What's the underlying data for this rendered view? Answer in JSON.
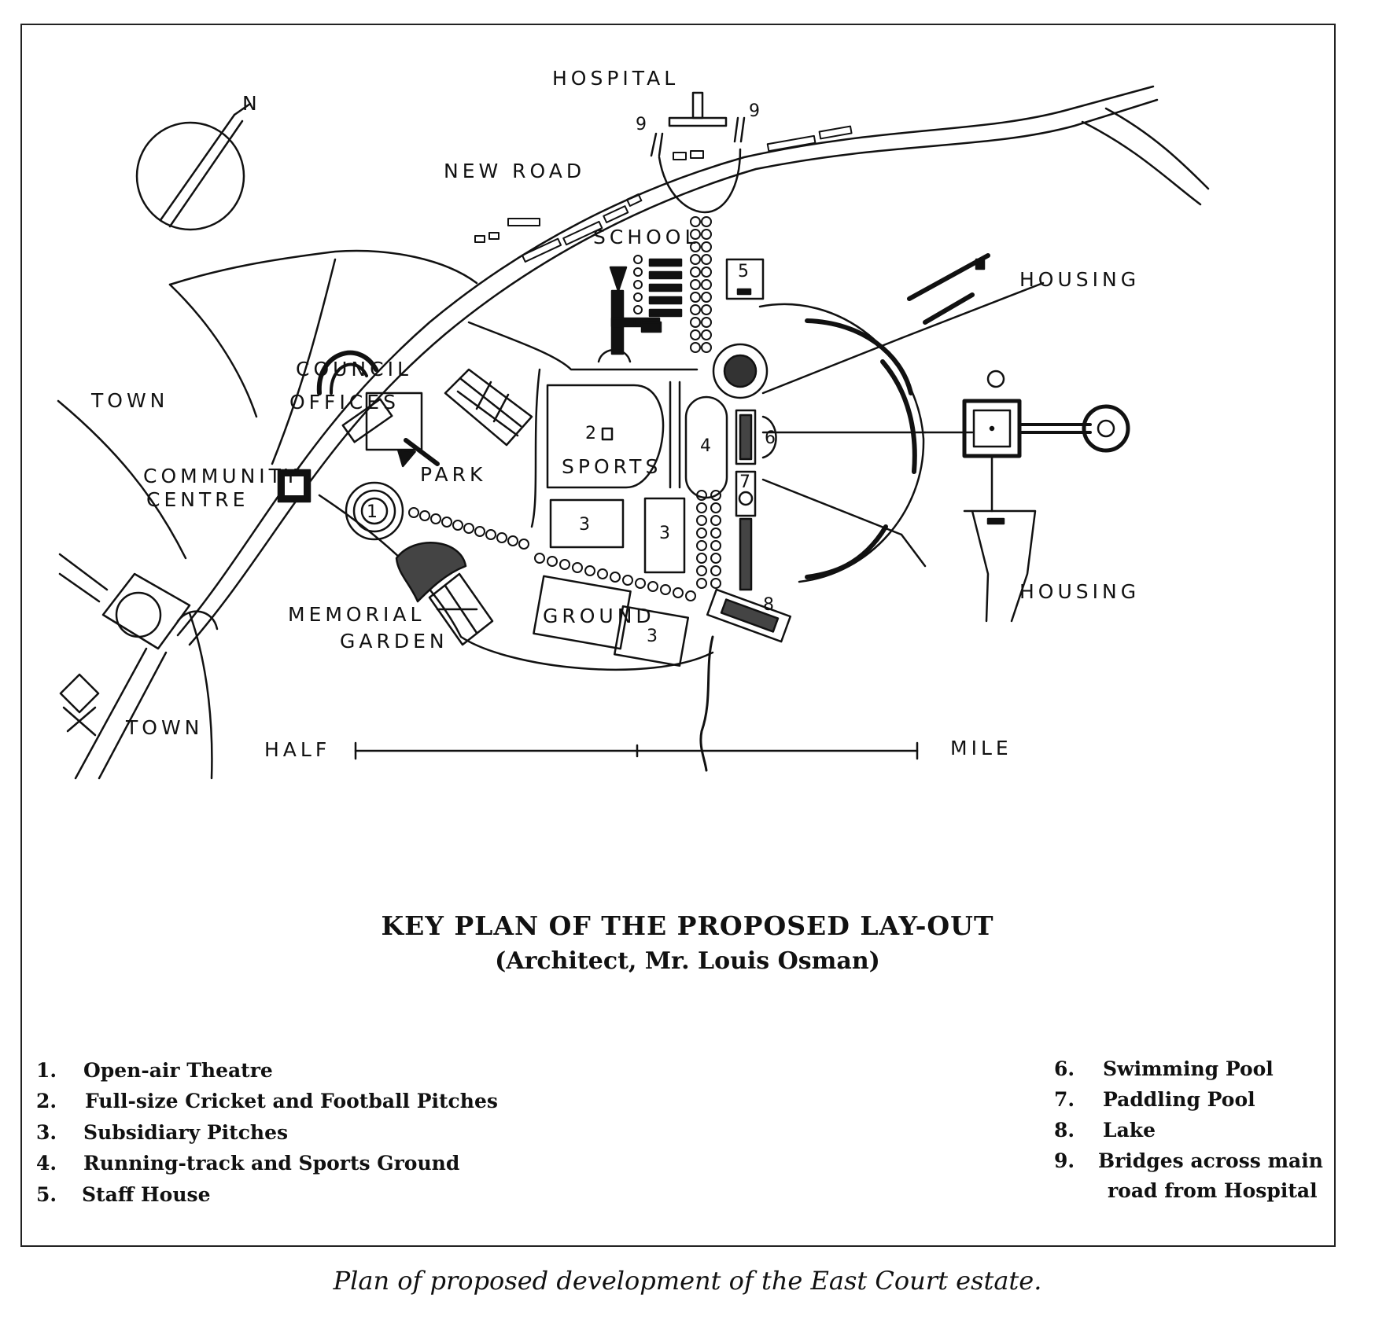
{
  "map": {
    "labels": {
      "north": "N",
      "hospital": "HOSPITAL",
      "new_road": "NEW ROAD",
      "school": "SCHOOL",
      "housing_top": "HOUSING",
      "housing_bottom": "HOUSING",
      "town_left": "TOWN",
      "town_bottom": "TOWN",
      "council_offices_1": "COUNCIL",
      "council_offices_2": "OFFICES",
      "community_centre_1": "COMMUNITY",
      "community_centre_2": "CENTRE",
      "park": "PARK",
      "sports": "SPORTS",
      "ground": "GROUND",
      "memorial_garden_1": "MEMORIAL",
      "memorial_garden_2": "GARDEN",
      "scale_left": "HALF",
      "scale_right": "MILE"
    },
    "numbers": {
      "n1": "1",
      "n2": "2",
      "n3a": "3",
      "n3b": "3",
      "n3c": "3",
      "n4": "4",
      "n5": "5",
      "n6": "6",
      "n7": "7",
      "n8": "8",
      "n9a": "9",
      "n9b": "9"
    }
  },
  "title": "KEY PLAN OF THE PROPOSED LAY-OUT",
  "subtitle": "(Architect, Mr. Louis Osman)",
  "key_left": [
    {
      "num": "1.",
      "text": "Open-air Theatre"
    },
    {
      "num": "2.",
      "text": "Full-size Cricket and Football Pitches"
    },
    {
      "num": "3.",
      "text": "Subsidiary Pitches"
    },
    {
      "num": "4.",
      "text": "Running-track and Sports Ground"
    },
    {
      "num": "5.",
      "text": "Staff House"
    }
  ],
  "key_right": [
    {
      "num": "6.",
      "text": "Swimming Pool"
    },
    {
      "num": "7.",
      "text": "Paddling Pool"
    },
    {
      "num": "8.",
      "text": "Lake"
    },
    {
      "num": "9.",
      "text": "Bridges across main"
    },
    {
      "num": "",
      "text": "road from Hospital"
    }
  ],
  "caption": "Plan of proposed development of the East Court estate."
}
